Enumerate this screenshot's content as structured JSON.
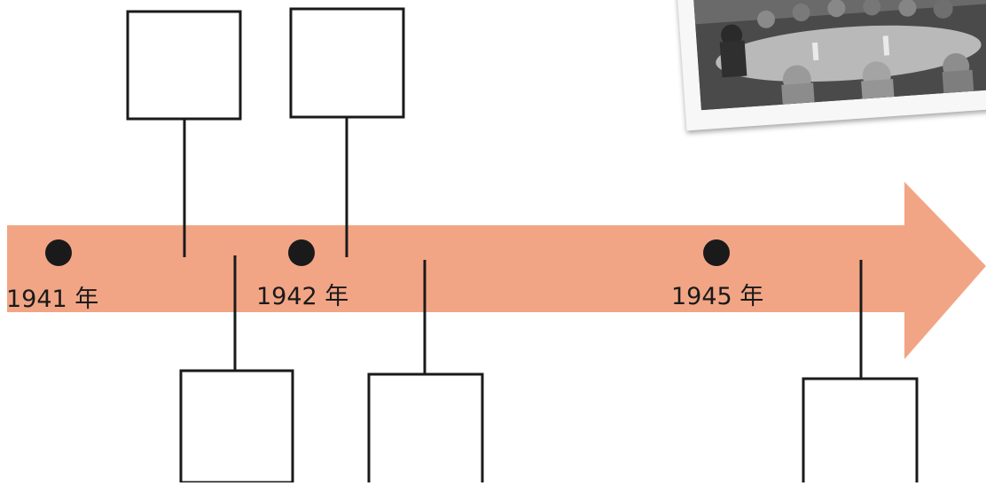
{
  "timeline": {
    "arrow_color": "#f2a585",
    "years": [
      {
        "label": "1941 年"
      },
      {
        "label": "1942 年"
      },
      {
        "label": "1945 年"
      }
    ],
    "answer_boxes": [
      {
        "position": "above",
        "text": ""
      },
      {
        "position": "above",
        "text": ""
      },
      {
        "position": "below",
        "text": ""
      },
      {
        "position": "below",
        "text": ""
      },
      {
        "position": "below",
        "text": ""
      }
    ]
  },
  "photo": {
    "subject": "black-and-white photograph of a conference meeting",
    "style": "grayscale"
  }
}
